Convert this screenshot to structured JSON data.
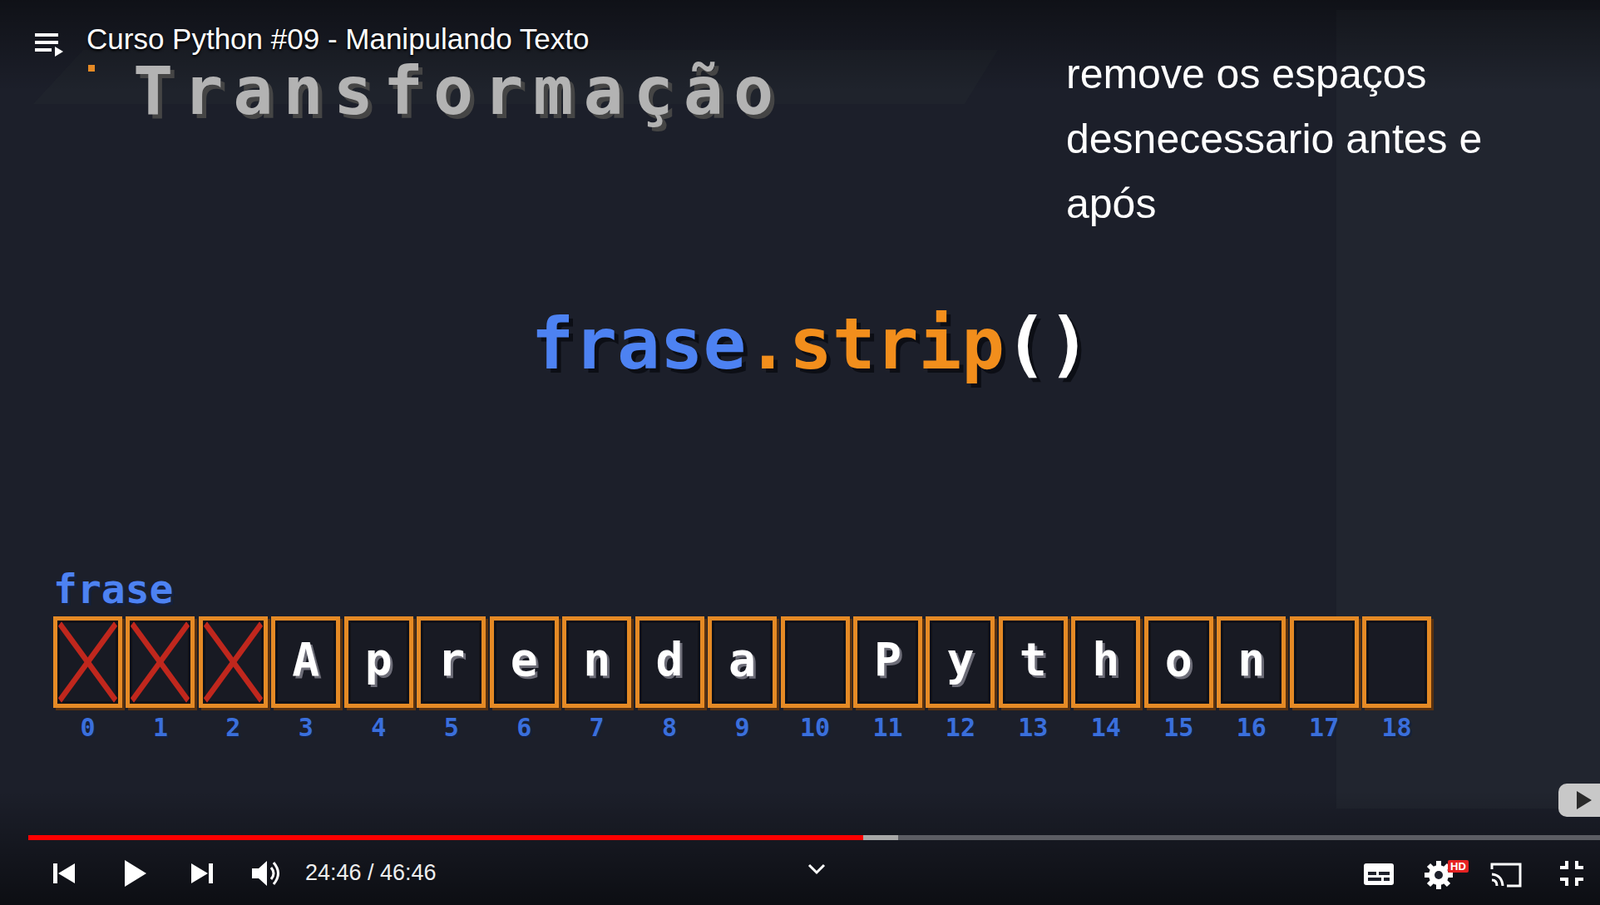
{
  "diagram": {
    "nodes": [
      {
        "text": [
          "0"
        ]
      },
      {
        "text": [
          "1"
        ]
      },
      {
        "text": [
          "2"
        ]
      },
      {
        "text": [
          "A",
          "3"
        ]
      },
      {
        "text": [
          "p",
          "4"
        ]
      },
      {
        "text": [
          "r",
          "5"
        ]
      },
      {
        "text": [
          "e",
          "6"
        ]
      },
      {
        "text": [
          "n",
          "7"
        ]
      },
      {
        "text": [
          "d",
          "8"
        ]
      },
      {
        "text": [
          "a",
          "9"
        ]
      },
      {
        "text": [
          "10"
        ]
      },
      {
        "text": [
          "P",
          "11"
        ]
      },
      {
        "text": [
          "y",
          "12"
        ]
      },
      {
        "text": [
          "t",
          "13"
        ]
      },
      {
        "text": [
          "h",
          "14"
        ]
      },
      {
        "text": [
          "o",
          "15"
        ]
      },
      {
        "text": [
          "n",
          "16"
        ]
      },
      {
        "text": [
          "17"
        ]
      },
      {
        "text": [
          "18"
        ]
      }
    ],
    "labels": [
      "Curso Python #09 - Manipulando Texto",
      "Transformação",
      "remove os espaços desnecessario antes e após",
      "frase",
      ".strip",
      "()",
      "frase",
      "24:46 / 46:46",
      "HD"
    ]
  }
}
